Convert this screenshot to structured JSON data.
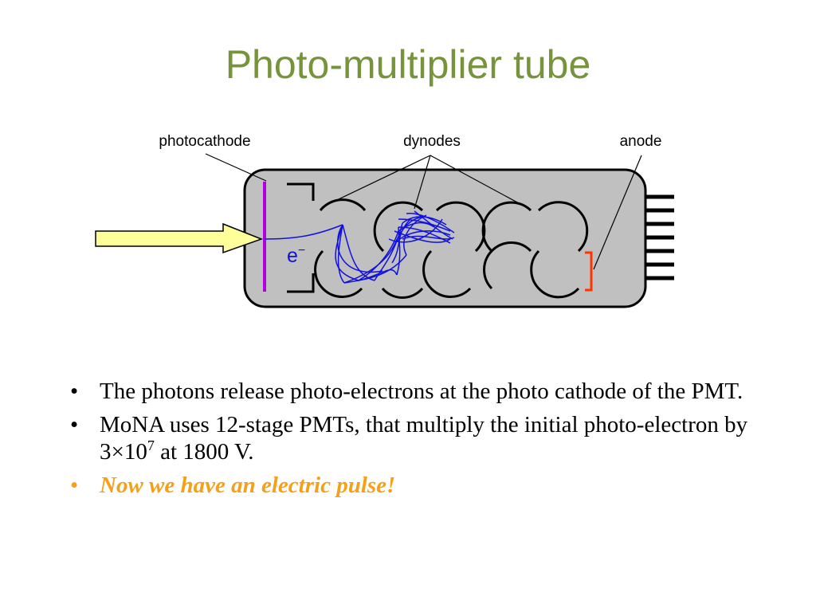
{
  "title": "Photo-multiplier tube",
  "diagram": {
    "labels": {
      "photocathode": "photocathode",
      "dynodes": "dynodes",
      "anode": "anode",
      "electron": "e",
      "electron_sup": "−"
    },
    "colors": {
      "tube_fill": "#c0c0c0",
      "photocathode": "#b000e0",
      "anode": "#ff3300",
      "electron_paths": "#1010e0",
      "photon_arrow": "#ffff99"
    },
    "icons": [
      "photon-arrow-icon",
      "pin-connector-icon"
    ]
  },
  "bullets": [
    {
      "marker": "•",
      "text": "The photons release photo-electrons at the photo cathode of the PMT."
    },
    {
      "marker": "•",
      "text_before": "MoNA uses 12-stage PMTs, that multiply the initial photo-electron by 3×10",
      "exponent": "7",
      "text_after": " at 1800 V."
    },
    {
      "marker": "•",
      "text": "Now we have an electric pulse!"
    }
  ]
}
